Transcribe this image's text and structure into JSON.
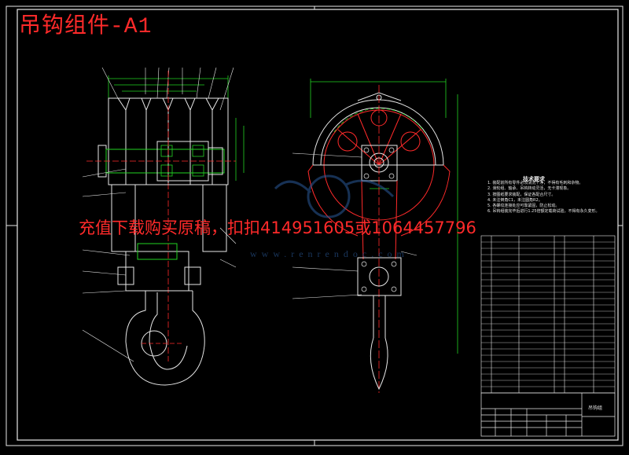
{
  "sheet": {
    "title": "吊钩组件-A1",
    "overlay_text": "充值下载购买原稿，扣扣414951605或1064457796",
    "watermark_url": "www.renrendoc.com"
  },
  "drawing": {
    "tech_requirements_title": "技术要求",
    "tech_notes": [
      "1. 装配前所有零件必须清洗干净，不得有毛刺和杂物。",
      "2. 滑轮组、轴承、吊钩转动灵活，无卡滞现象。",
      "3. 按图纸要求装配，保证各配合尺寸。",
      "4. 未注倒角C1，未注圆角R2。",
      "5. 各螺纹连接处应可靠紧固，防止松动。",
      "6. 吊钩组装完毕后进行1.25倍额定载荷试验，不得有永久变形。"
    ],
    "title_block_name": "吊钩组"
  },
  "colors": {
    "background": "#000000",
    "lines": "#e8e8e8",
    "red": "#ff2a2a",
    "green": "#22d322",
    "magenta": "#ff33ff",
    "cyan": "#33e0ff",
    "watermark": "#2a5a9a"
  }
}
